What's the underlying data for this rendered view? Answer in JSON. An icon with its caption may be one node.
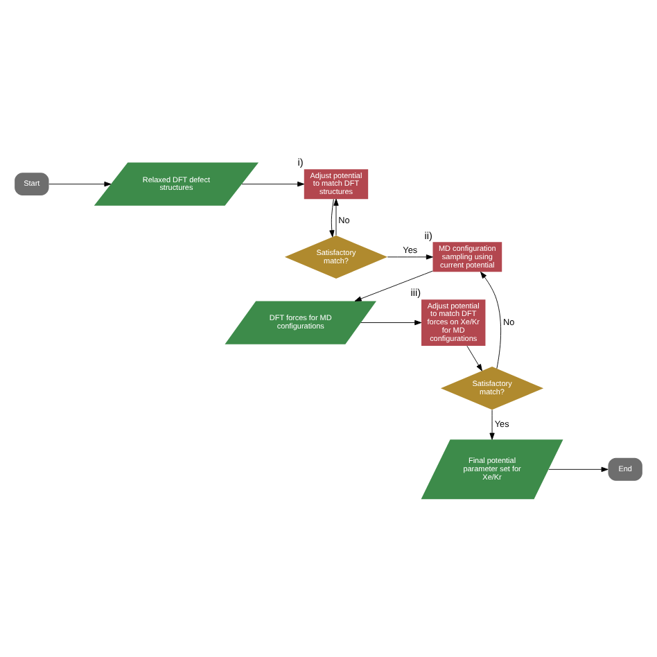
{
  "diagram": {
    "nodes": [
      {
        "text": [
          "Start"
        ]
      },
      {
        "text": [
          "Relaxed DFT defect structures"
        ]
      },
      {
        "text": [
          "Adjust potential to match DFT structures"
        ],
        "beside": [
          "i)"
        ]
      },
      {
        "text": [
          "Satisfactory match?"
        ]
      },
      {
        "text": [
          "MD configuration sampling using current potential"
        ],
        "beside": [
          "ii)"
        ]
      },
      {
        "text": [
          "DFT forces for MD configurations"
        ]
      },
      {
        "text": [
          "Adjust potential to match DFT forces on Xe/Kr for MD configurations"
        ],
        "beside": [
          "iii)"
        ]
      },
      {
        "text": [
          "Satisfactory match?"
        ]
      },
      {
        "text": [
          "Final potential parameter set for Xe/Kr"
        ]
      },
      {
        "text": [
          "End"
        ]
      }
    ],
    "edges": [
      {
        "from": 0,
        "to": 1,
        "arrow": "to"
      },
      {
        "from": 1,
        "to": 2,
        "arrow": "to"
      },
      {
        "from": 2,
        "to": 3,
        "arrow": "to"
      },
      {
        "from": 3,
        "to": 2,
        "arrow": "to",
        "label": "No"
      },
      {
        "from": 3,
        "to": 4,
        "arrow": "to",
        "label": "Yes"
      },
      {
        "from": 4,
        "to": 5,
        "arrow": "to"
      },
      {
        "from": 5,
        "to": 6,
        "arrow": "to"
      },
      {
        "from": 6,
        "to": 7,
        "arrow": "to"
      },
      {
        "from": 7,
        "to": 4,
        "arrow": "to",
        "label": "No"
      },
      {
        "from": 7,
        "to": 8,
        "arrow": "to",
        "label": "Yes"
      },
      {
        "from": 8,
        "to": 9,
        "arrow": "to"
      }
    ]
  }
}
